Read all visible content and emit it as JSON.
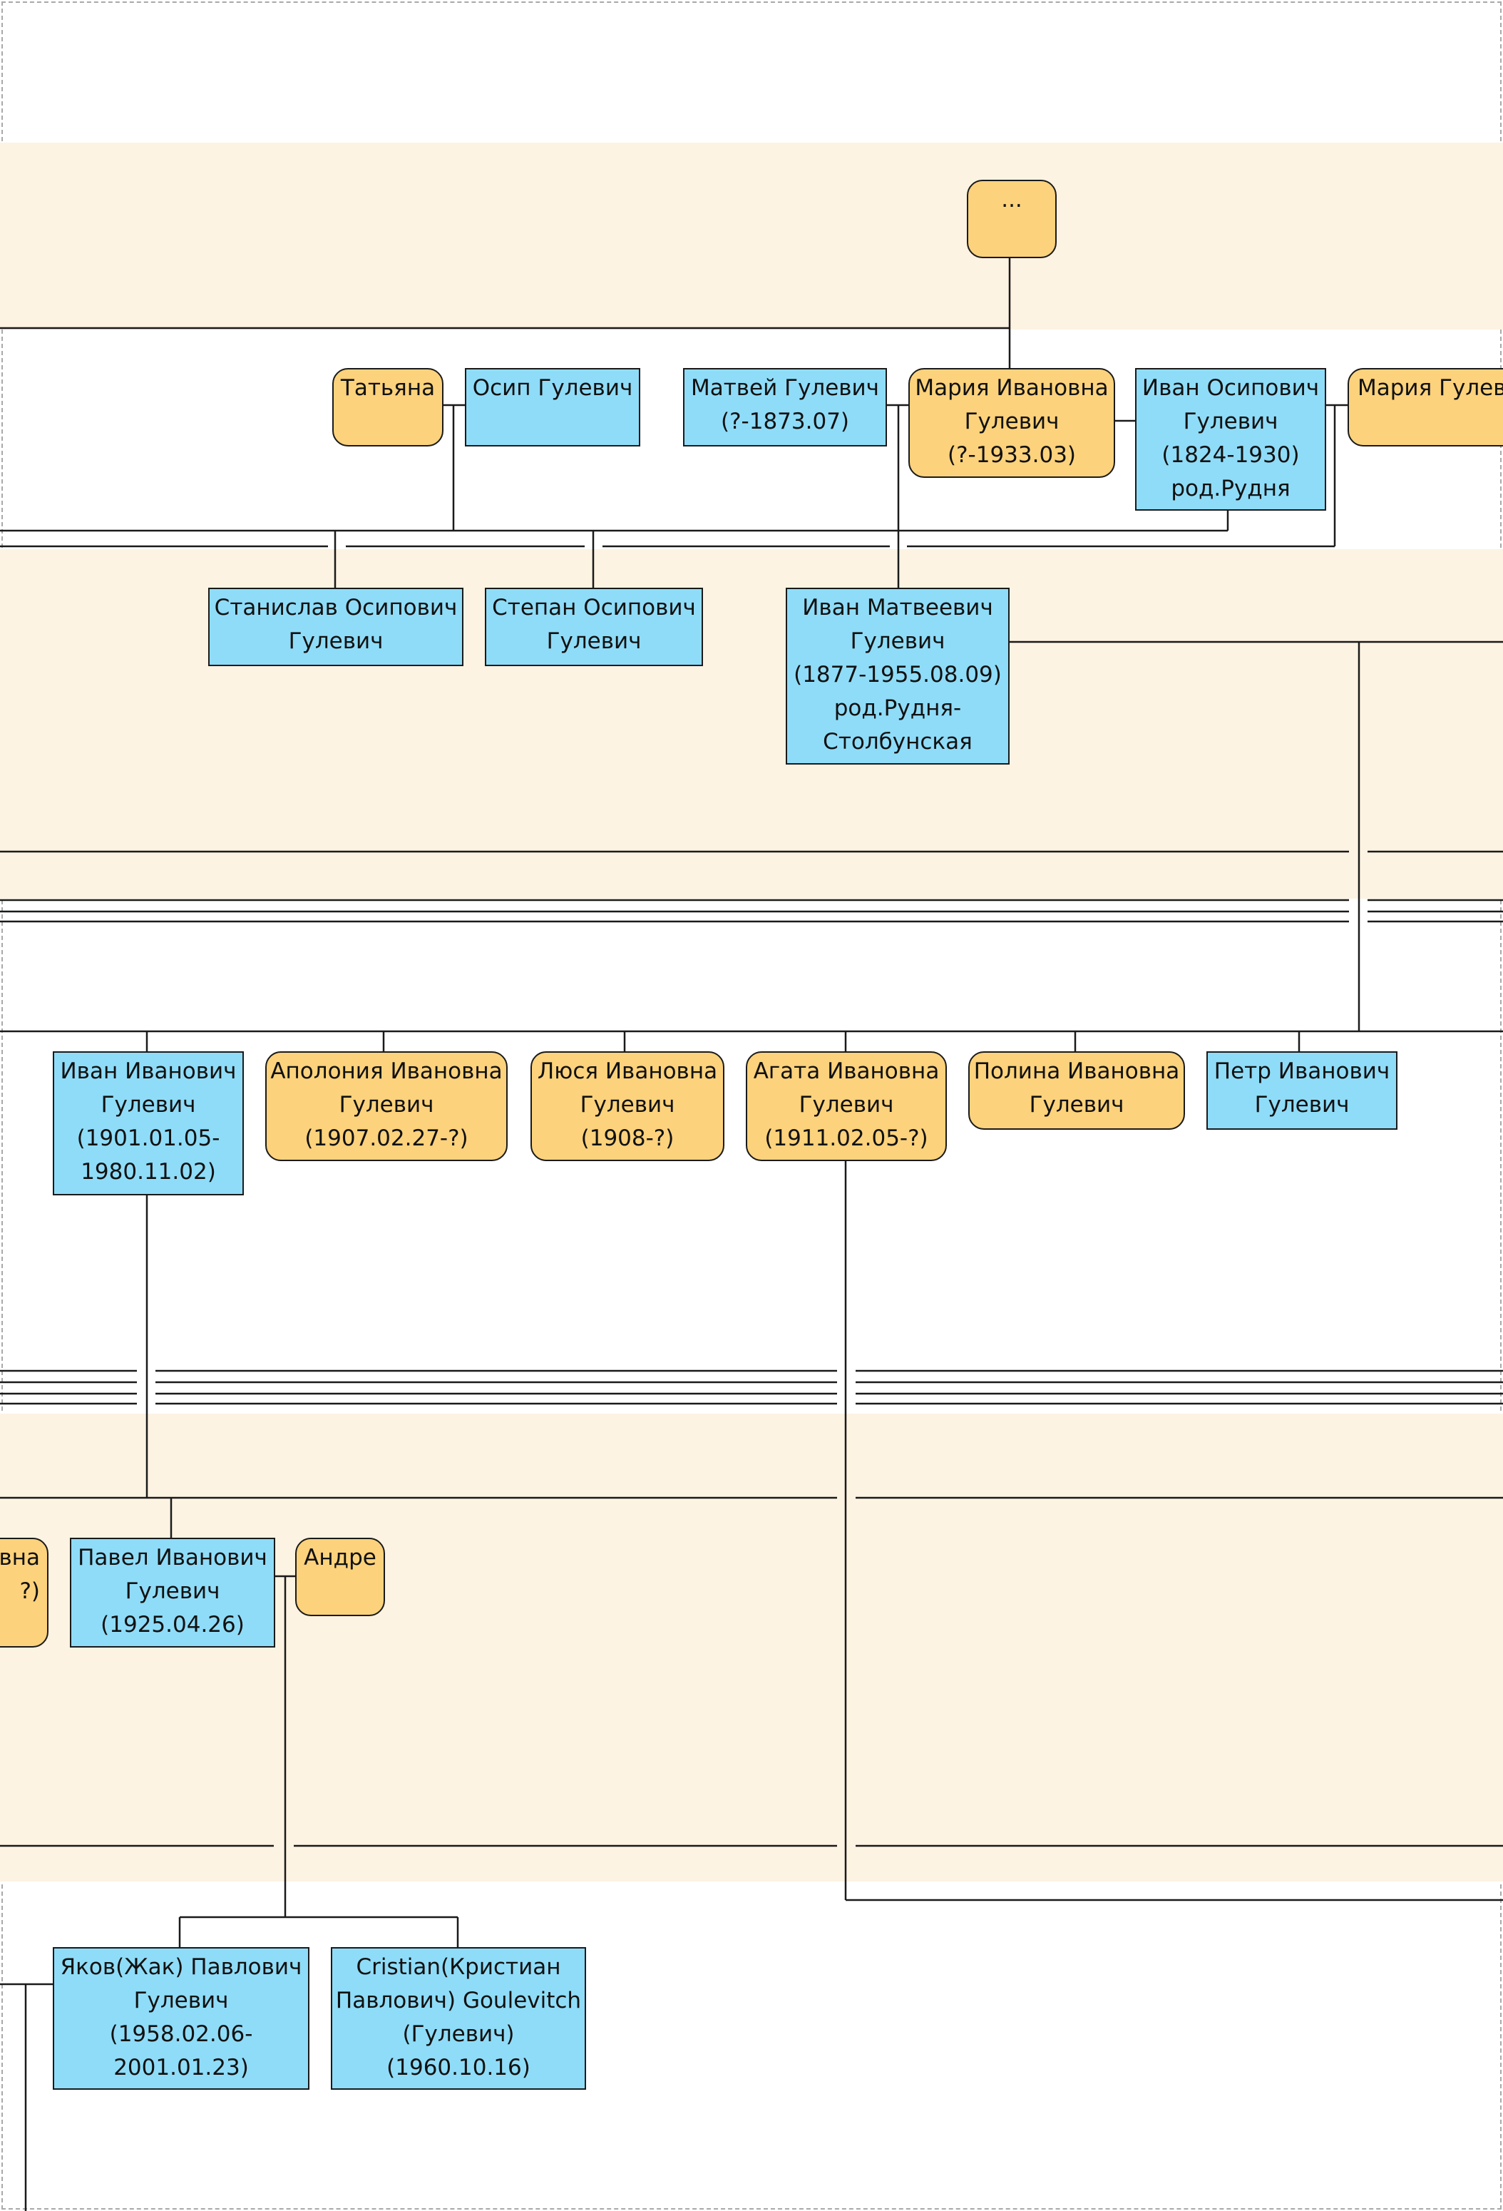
{
  "colors": {
    "male": "#8fdcf8",
    "female": "#fcd27c",
    "band": "#fdf3e2",
    "line": "#1a1a1a"
  },
  "people": {
    "root": [
      "..."
    ],
    "tatiana": [
      "Татьяна"
    ],
    "osip": [
      "Осип Гулевич"
    ],
    "matvey": [
      "Матвей Гулевич",
      "(?-1873.07)"
    ],
    "maria_iv": [
      "Мария Ивановна",
      "Гулевич",
      "(?-1933.03)"
    ],
    "ivan_os": [
      "Иван Осипович",
      "Гулевич",
      "(1824-1930)",
      "род.Рудня"
    ],
    "maria_g": [
      "Мария Гулеви"
    ],
    "stanislav": [
      "Станислав Осипович",
      "Гулевич"
    ],
    "stepan": [
      "Степан Осипович",
      "Гулевич"
    ],
    "ivan_mat": [
      "Иван Матвеевич",
      "Гулевич",
      "(1877-1955.08.09)",
      "род.Рудня-",
      "Столбунская"
    ],
    "ivan_iv": [
      "Иван Иванович",
      "Гулевич",
      "(1901.01.05-",
      "1980.11.02)"
    ],
    "apolonia": [
      "Аполония Ивановна",
      "Гулевич",
      "(1907.02.27-?)"
    ],
    "lusya": [
      "Люся Ивановна",
      "Гулевич",
      "(1908-?)"
    ],
    "agata": [
      "Агата Ивановна",
      "Гулевич",
      "(1911.02.05-?)"
    ],
    "polina": [
      "Полина Ивановна",
      "Гулевич"
    ],
    "petr": [
      "Петр Иванович",
      "Гулевич"
    ],
    "partial_f": [
      "вна",
      "?)"
    ],
    "pavel": [
      "Павел Иванович",
      "Гулевич",
      "(1925.04.26)"
    ],
    "andre": [
      "Андре"
    ],
    "yakov": [
      "Яков(Жак) Павлович",
      "Гулевич",
      "(1958.02.06-",
      "2001.01.23)"
    ],
    "cristian": [
      "Cristian(Кристиан",
      "Павлович) Goulevitch",
      "(Гулевич)",
      "(1960.10.16)"
    ]
  }
}
